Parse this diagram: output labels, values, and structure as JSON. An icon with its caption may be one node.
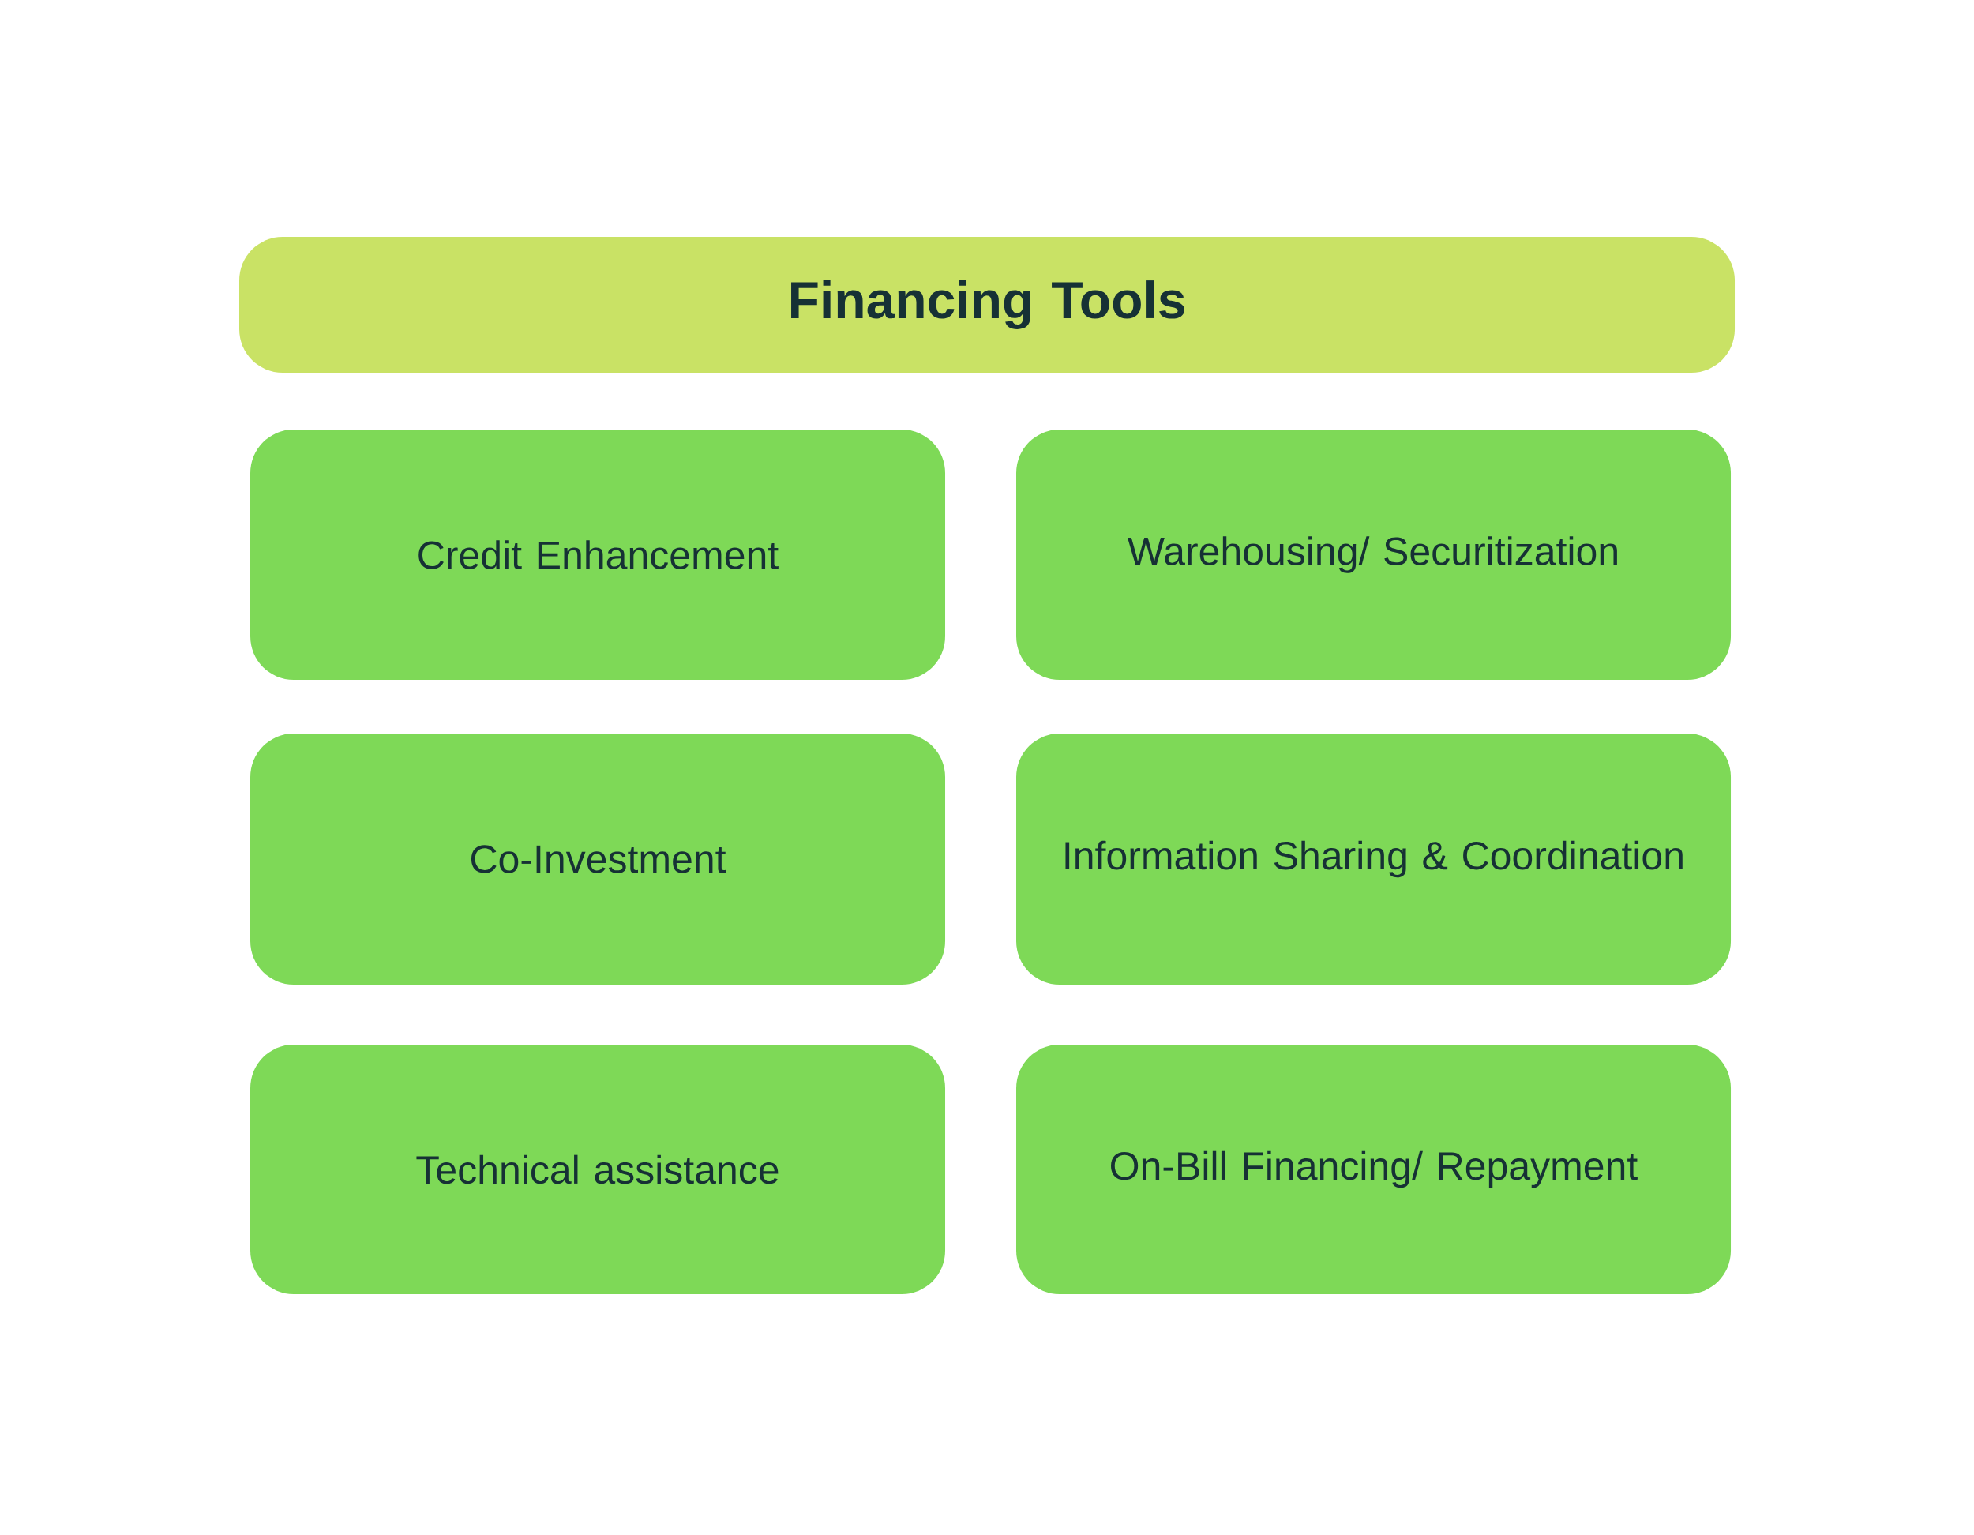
{
  "diagram": {
    "nodes": [
      {
        "text": [
          "Financing Tools"
        ]
      },
      {
        "text": [
          "Credit Enhancement"
        ]
      },
      {
        "text": [
          "Warehousing/ Securitization"
        ]
      },
      {
        "text": [
          "Co-Investment"
        ]
      },
      {
        "text": [
          "Information Sharing & Coordination"
        ]
      },
      {
        "text": [
          "Technical assistance"
        ]
      },
      {
        "text": [
          "On-Bill Financing/ Repayment"
        ]
      }
    ]
  }
}
